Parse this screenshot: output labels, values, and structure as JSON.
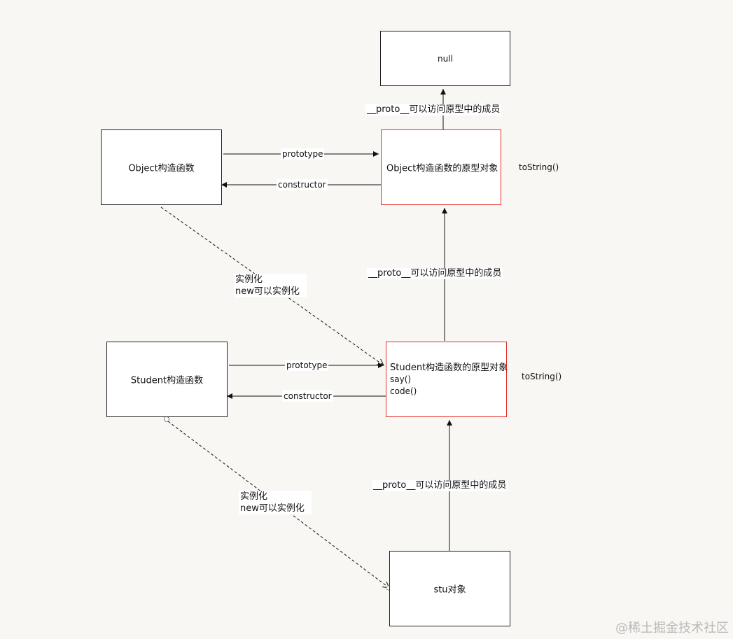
{
  "nodes": {
    "null_box": {
      "label": "null"
    },
    "object_ctor": {
      "label": "Object构造函数"
    },
    "object_proto": {
      "label": "Object构造函数的原型对象"
    },
    "student_ctor": {
      "label": "Student构造函数"
    },
    "student_proto": {
      "label": "Student构造函数的原型对象",
      "members": [
        "say()",
        "code()"
      ]
    },
    "stu_obj": {
      "label": "stu对象"
    }
  },
  "edge_labels": {
    "proto_top": "__proto__可以访问原型中的成员",
    "proto_middle": "__proto__可以访问原型中的成员",
    "proto_bottom": "__proto__可以访问原型中的成员",
    "object_prototype": "prototype",
    "object_constructor": "constructor",
    "student_prototype": "prototype",
    "student_constructor": "constructor",
    "object_instantiate": [
      "实例化",
      "new可以实例化"
    ],
    "student_instantiate": [
      "实例化",
      "new可以实例化"
    ]
  },
  "side_notes": {
    "object_proto_method": "toString()",
    "student_proto_method": "toString()"
  },
  "colors": {
    "background": "#f8f7f3",
    "prototype_box_border": "#e0302a",
    "box_border": "#222222"
  },
  "watermark": "@稀土掘金技术社区"
}
